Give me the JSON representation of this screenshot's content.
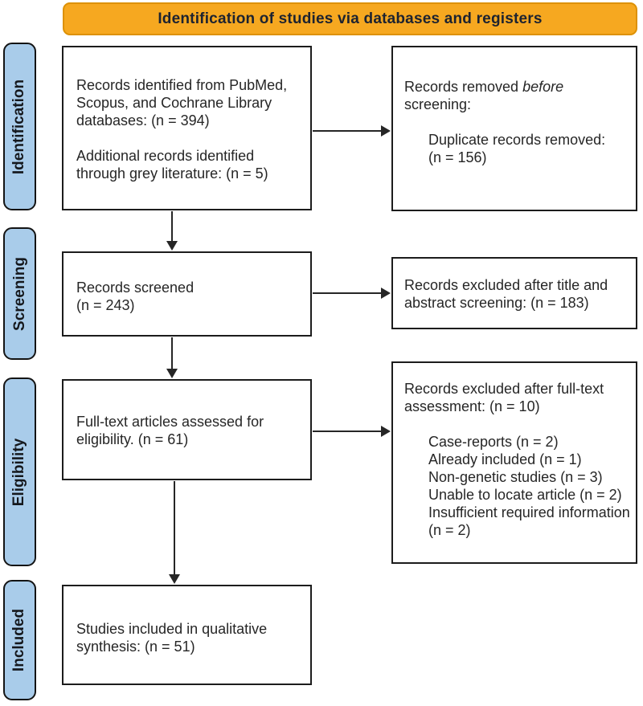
{
  "banner": {
    "label": "Identification of studies via databases and registers"
  },
  "palette": {
    "banner_fill": "#F6A820",
    "banner_border": "#DD9104",
    "stage_fill": "#A9CCEA",
    "box_border": "#1C1C1C",
    "text": "#262626",
    "arrow": "#262626"
  },
  "stages": [
    {
      "label": "Identification"
    },
    {
      "label": "Screening"
    },
    {
      "label": "Eligibility"
    },
    {
      "label": "Included"
    }
  ],
  "boxes": {
    "records_identified": {
      "lines_a": [
        "Records identified from PubMed,",
        "Scopus, and Cochrane Library",
        "databases: (n = 394)"
      ],
      "lines_b": [
        "Additional records identified",
        "through grey literature: (n = 5)"
      ]
    },
    "records_removed": {
      "intro_regular": "Records removed ",
      "intro_italic": "before",
      "intro_line2": "screening:",
      "items": [
        "Duplicate records removed:",
        "(n = 156)"
      ]
    },
    "records_screened": {
      "lines": [
        "Records screened",
        "(n = 243)"
      ]
    },
    "excluded_title_abstract": {
      "lines": [
        "Records excluded after title and",
        "abstract screening: (n = 183)"
      ]
    },
    "fulltext_assessed": {
      "lines": [
        "Full-text articles assessed for",
        "eligibility. (n = 61)"
      ]
    },
    "excluded_fulltext": {
      "lines": [
        "Records excluded after full-text",
        "assessment: (n = 10)"
      ],
      "items": [
        "Case-reports (n = 2)",
        "Already included (n = 1)",
        "Non-genetic studies (n = 3)",
        "Unable to locate article (n = 2)",
        "Insufficient required information (n = 2)"
      ]
    },
    "studies_included": {
      "lines": [
        "Studies included in qualitative",
        "synthesis: (n = 51)"
      ]
    }
  }
}
